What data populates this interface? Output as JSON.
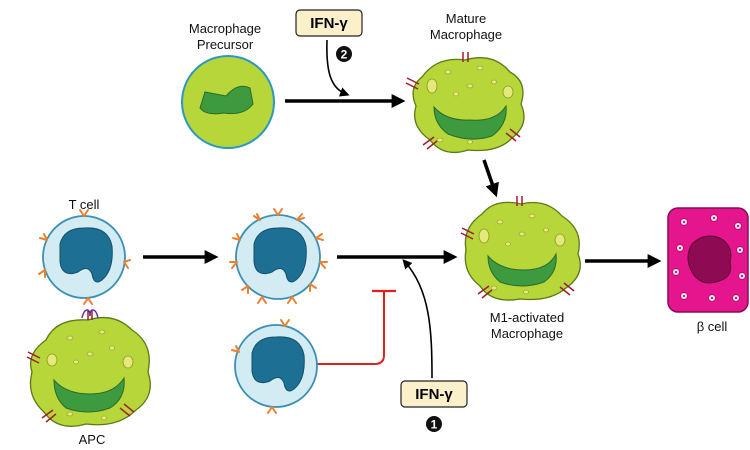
{
  "labels": {
    "macrophage_precursor_line1": "Macrophage",
    "macrophage_precursor_line2": "Precursor",
    "mature_macrophage_line1": "Mature",
    "mature_macrophage_line2": "Macrophage",
    "t_cell": "T cell",
    "apc": "APC",
    "m1_line1": "M1-activated",
    "m1_line2": "Macrophage",
    "beta_cell": "β cell"
  },
  "ifn_boxes": [
    {
      "text": "IFN-γ",
      "step": "2"
    },
    {
      "text": "IFN-γ",
      "step": "1"
    }
  ],
  "colors": {
    "macrophage_body": "#b7d63a",
    "macrophage_nucleus": "#3d9a3f",
    "precursor_body": "#b7d63a",
    "precursor_ring": "#2a97c6",
    "tcell_body": "#d3ecf3",
    "tcell_nucleus": "#1d6f93",
    "receptor": "#f07f2c",
    "beta_cell": "#e4158d",
    "ifn_box": "#fbf0c9",
    "inhibition": "#e02020",
    "mhc": "#8a2030"
  }
}
